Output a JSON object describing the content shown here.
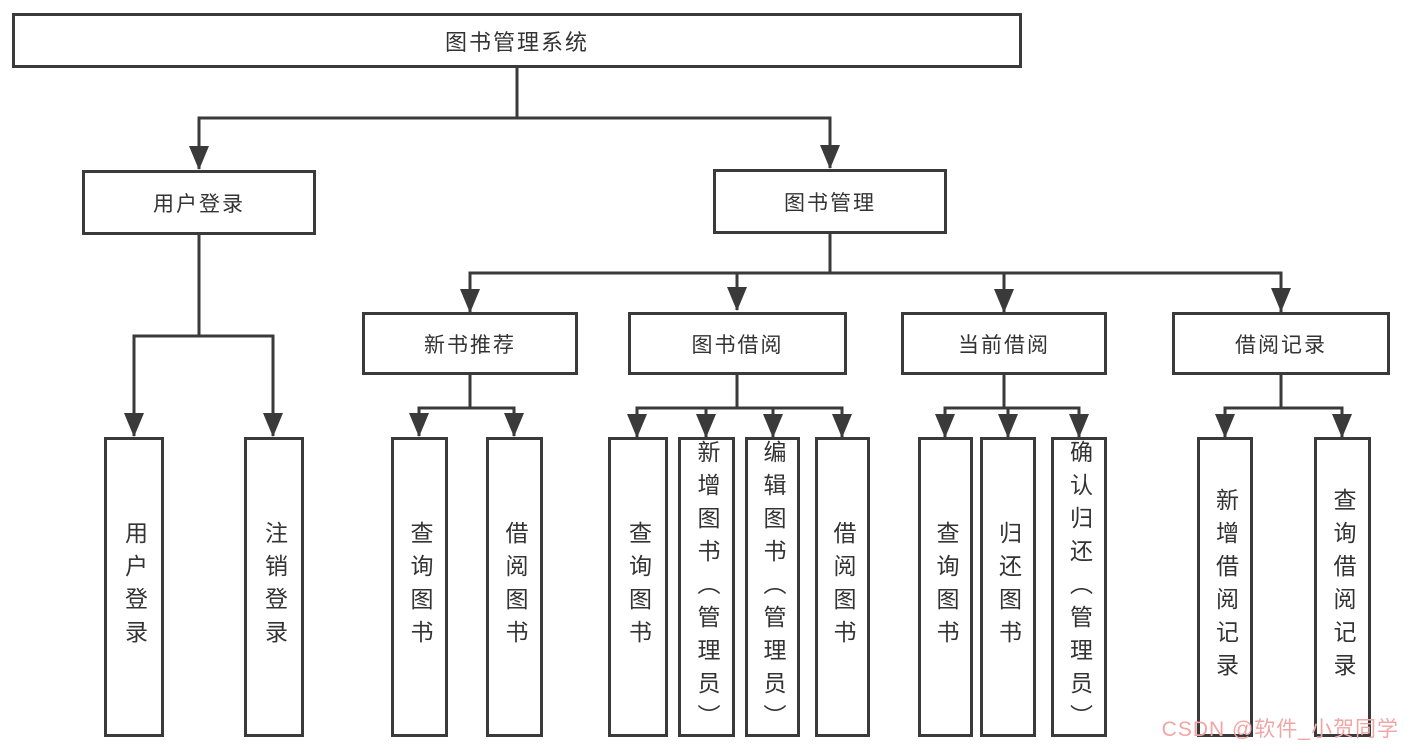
{
  "tree": {
    "root": {
      "label": "图书管理系统",
      "children": [
        {
          "label": "用户登录",
          "children": [
            {
              "label": "用户登录"
            },
            {
              "label": "注销登录"
            }
          ]
        },
        {
          "label": "图书管理",
          "children": [
            {
              "label": "新书推荐",
              "children": [
                {
                  "label": "查询图书"
                },
                {
                  "label": "借阅图书"
                }
              ]
            },
            {
              "label": "图书借阅",
              "children": [
                {
                  "label": "查询图书"
                },
                {
                  "label": "新增图书（管理员）"
                },
                {
                  "label": "编辑图书（管理员）"
                },
                {
                  "label": "借阅图书"
                }
              ]
            },
            {
              "label": "当前借阅",
              "children": [
                {
                  "label": "查询图书"
                },
                {
                  "label": "归还图书"
                },
                {
                  "label": "确认归还（管理员）"
                }
              ]
            },
            {
              "label": "借阅记录",
              "children": [
                {
                  "label": "新增借阅记录"
                },
                {
                  "label": "查询借阅记录"
                }
              ]
            }
          ]
        }
      ]
    }
  },
  "watermark": {
    "text": "CSDN @软件_小贺同学"
  },
  "colors": {
    "line": "#3a3a3a",
    "ink": "#333333",
    "background": "#ffffff",
    "watermark": "#f2a5a5"
  }
}
